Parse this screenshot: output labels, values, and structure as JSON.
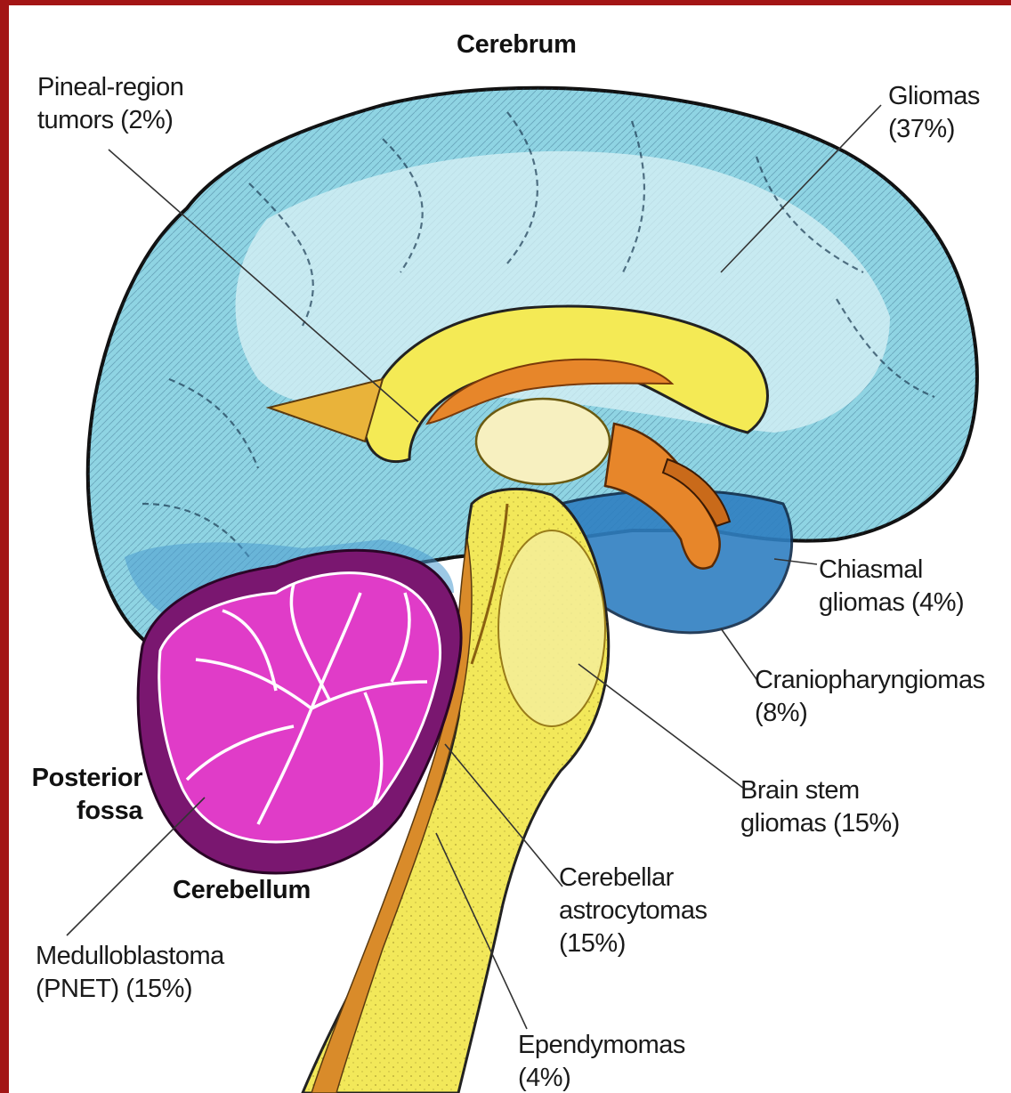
{
  "colors": {
    "border": "#a31515",
    "cerebrum": "#8fd4e3",
    "cerebrum_dark": "#3a8fc7",
    "cerebellum": "#e03cc8",
    "cerebellum_dark": "#7a1770",
    "brainstem": "#f2e85a",
    "brainstem_edge": "#c98a1e",
    "orange": "#e7862a"
  },
  "regions": {
    "cerebrum": "Cerebrum",
    "posterior_fossa": [
      "Posterior",
      "fossa"
    ],
    "cerebellum": "Cerebellum"
  },
  "tumors": {
    "pineal": [
      "Pineal-region",
      "tumors (2%)"
    ],
    "gliomas": [
      "Gliomas",
      "(37%)"
    ],
    "chiasmal": [
      "Chiasmal",
      "gliomas (4%)"
    ],
    "cranio": [
      "Craniopharyngiomas",
      "(8%)"
    ],
    "brainstem": [
      "Brain stem",
      "gliomas (15%)"
    ],
    "cerebellar": [
      "Cerebellar",
      "astrocytomas",
      "(15%)"
    ],
    "medullo": [
      "Medulloblastoma",
      "(PNET) (15%)"
    ],
    "ependymomas": [
      "Ependymomas",
      "(4%)"
    ]
  }
}
